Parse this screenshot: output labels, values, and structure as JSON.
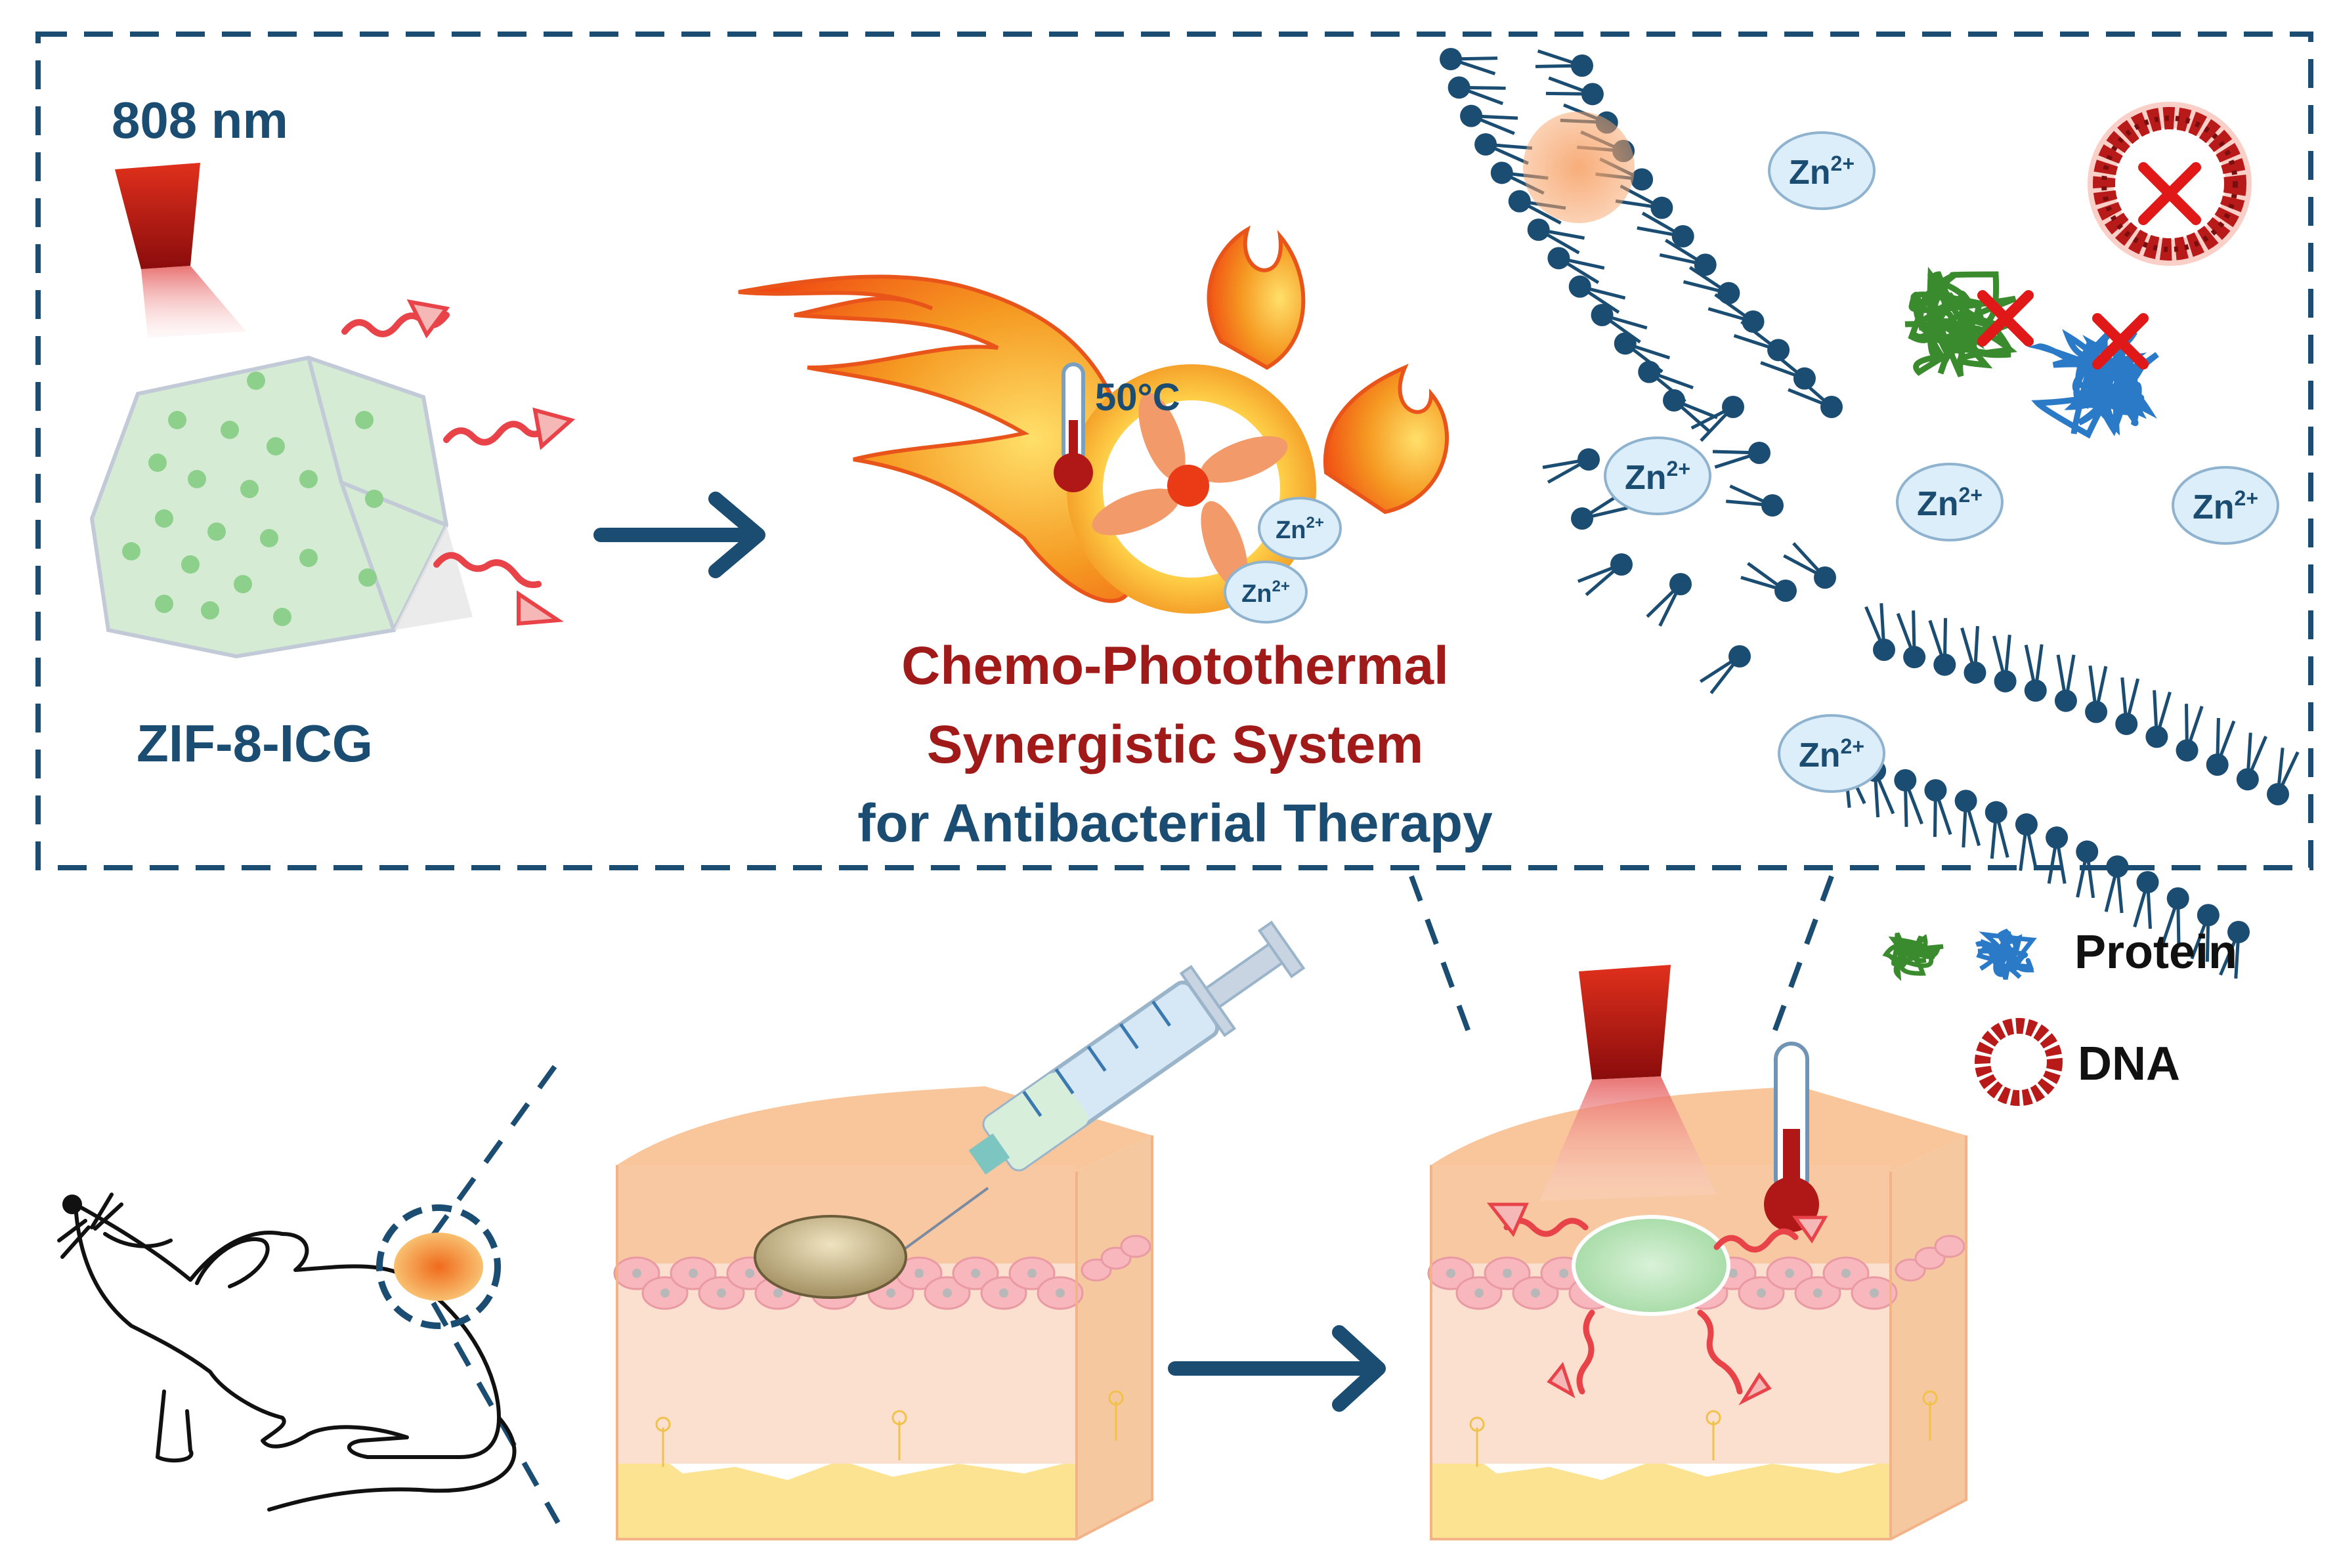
{
  "laser_label": "808 nm",
  "nanoparticle_label": "ZIF-8-ICG",
  "temperature_label": "50°C",
  "system_title": {
    "line1": "Chemo-Photothermal",
    "line2": "Synergistic System",
    "line3": "for Antibacterial Therapy"
  },
  "ion": {
    "base": "Zn",
    "charge": "2+"
  },
  "legend": {
    "protein": "Protein",
    "dna": "DNA"
  },
  "colors": {
    "navy": "#1b4d72",
    "title_red": "#a11a1a",
    "laser_red": "#c8201c",
    "flame_orange": "#f28a1c",
    "ion_fill": "#dceefa",
    "nanoparticle_green": "#d8ecd6",
    "protein_green": "#3a8a2e",
    "protein_blue": "#2a7ac8",
    "skin_top": "#f8c9a0",
    "fat_yellow": "#fbe392"
  }
}
